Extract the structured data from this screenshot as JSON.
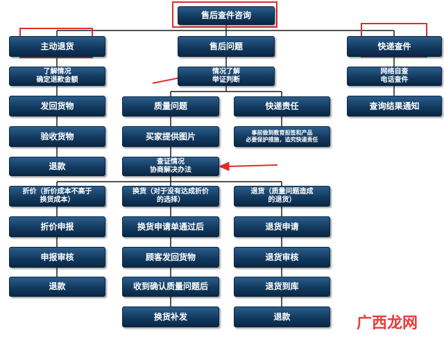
{
  "nodes": {
    "root": "售后查件咨询",
    "c1": "主动退货",
    "c2": "售后问题",
    "c3": "快递查件",
    "c1_1": "了解情况\n确定退款金额",
    "c1_2": "发回货物",
    "c1_3": "验收货物",
    "c1_4": "退款",
    "c2_1": "情况了解\n举证判断",
    "q": "质量问题",
    "kd": "快递责任",
    "q1": "买家提供图片",
    "kd1": "事前做到教育担签和产品\n必要保护措施，追究快递责任",
    "q2": "查证情况\n协商解决办法",
    "c3_1": "网络自查\n电话查件",
    "c3_2": "查询结果通知",
    "z0": "折价（折价成本不高于\n换货成本）",
    "z1": "折价申报",
    "z2": "申报审核",
    "z3": "退款",
    "h0": "换货（对于没有达成折价\n的选择）",
    "h1": "换货申请单通过后",
    "h2": "顾客发回货物",
    "h3": "收到确认质量问题后",
    "h4": "换货补发",
    "t0": "退货（质量问题造成\n的退货）",
    "t1": "退货申请",
    "t2": "退货审核",
    "t3": "退货到库",
    "t4": "退款"
  },
  "watermark": "广西龙网",
  "colors": {
    "box": "#123a5f",
    "highlight": "#e12a2a",
    "line": "#1a1a1a"
  }
}
